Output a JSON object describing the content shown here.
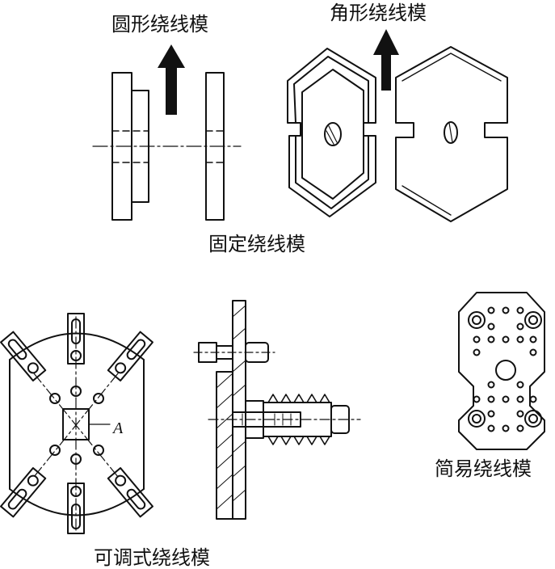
{
  "labels": {
    "round_mold": "圆形绕线模",
    "angular_mold": "角形绕线模",
    "fixed_mold": "固定绕线模",
    "simple_mold": "简易绕线模",
    "adjustable_mold": "可调式绕线模",
    "marker_a": "A"
  },
  "colors": {
    "line": "#111111",
    "background": "#ffffff",
    "arrow": "#111111"
  }
}
